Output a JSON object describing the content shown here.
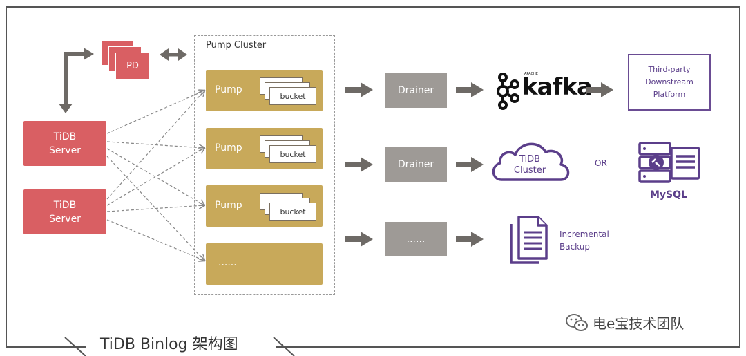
{
  "diagram": {
    "caption": "TiDB Binlog 架构图",
    "pd_label": "PD",
    "tidb_servers": [
      "TiDB\nServer",
      "TiDB\nServer"
    ],
    "pump_cluster_title": "Pump Cluster",
    "pumps": [
      "Pump",
      "Pump",
      "Pump"
    ],
    "bucket_label": "bucket",
    "pump_ellipsis": "......",
    "drainers": [
      "Drainer",
      "Drainer",
      "......"
    ],
    "kafka_apache": "APACHE",
    "kafka_label": "kafka",
    "third_party": "Third-party\nDownstream\nPlatform",
    "tidb_cluster": "TiDB\nCluster",
    "or_label": "OR",
    "mysql_label": "MySQL",
    "incremental_backup": "Incremental\nBackup",
    "watermark": "电e宝技术团队"
  },
  "colors": {
    "tidb_red": "#d95f63",
    "pump_gold": "#c8a95a",
    "drainer_gray": "#9e9a96",
    "arrow_gray": "#6e6a66",
    "purple": "#5b3e8a"
  }
}
